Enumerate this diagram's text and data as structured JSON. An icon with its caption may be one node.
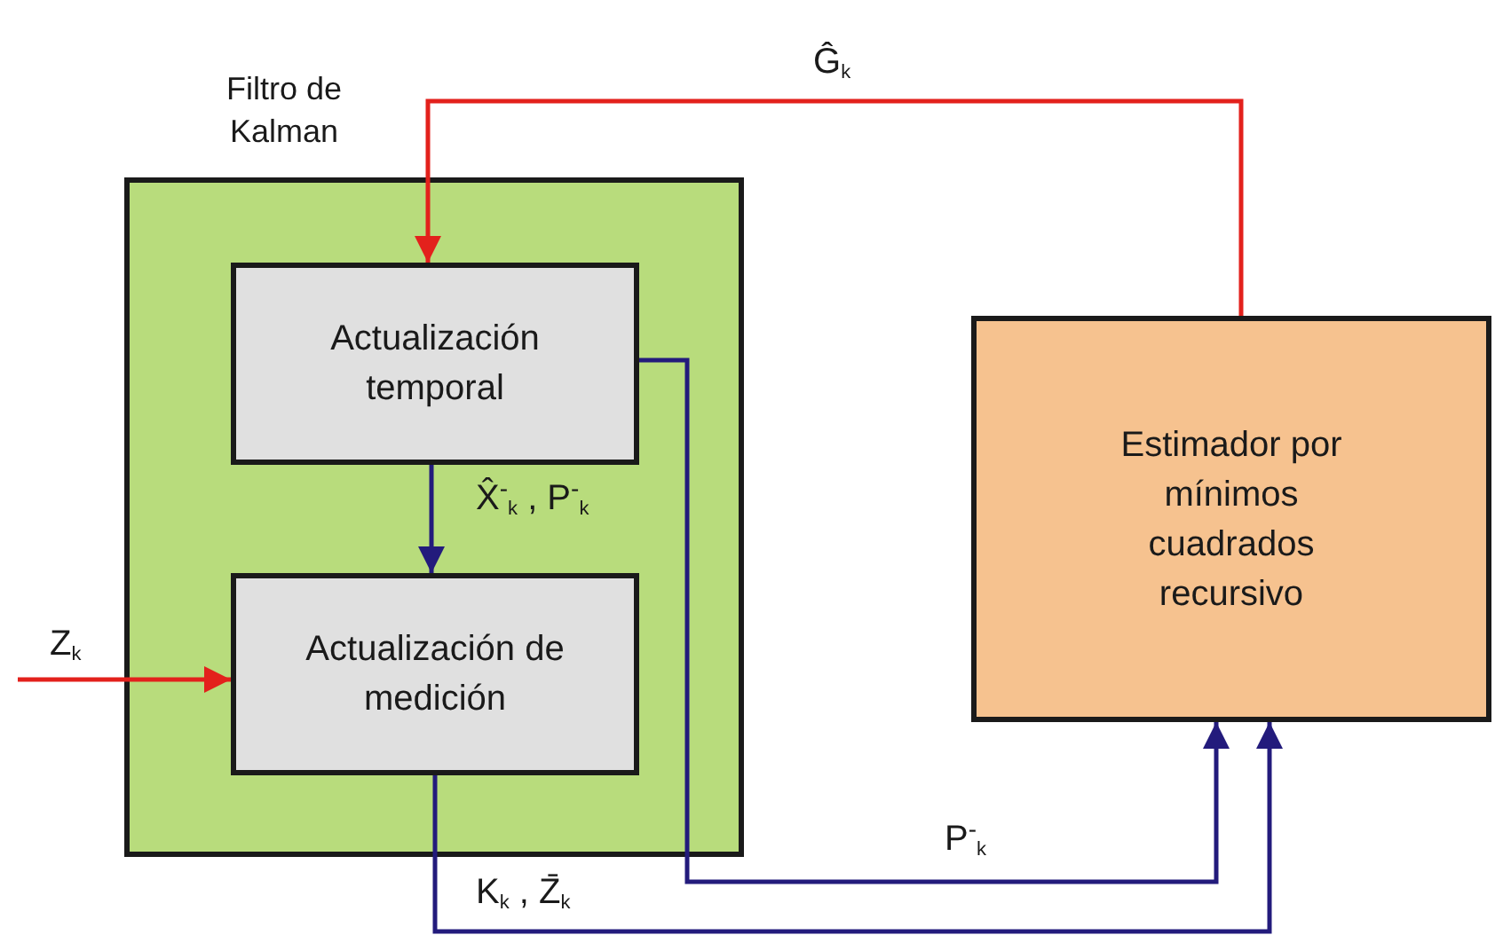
{
  "diagram": {
    "nodes": [
      {
        "text": [
          "Filtro de Kalman"
        ]
      },
      {
        "text": [
          "Actualización temporal"
        ],
        "in": 0
      },
      {
        "text": [
          "Actualización de medición"
        ],
        "in": 0
      },
      {
        "text": [
          "Estimador por mínimos cuadrados recursivo"
        ]
      }
    ],
    "edges": [
      {
        "from": 3,
        "to": 1,
        "arrow": "to",
        "label": "Ĝ$_{k}$",
        "color": "#e3211c"
      },
      {
        "from": 1,
        "to": 2,
        "arrow": "to",
        "label": "X̂$^{-}$$_{k}$ , P$^{-}$$_{k}$"
      },
      {
        "from": null,
        "to": 2,
        "arrow": "to",
        "label": "Z$_{k}$",
        "color": "#e3211c"
      },
      {
        "from": 1,
        "to": 3,
        "arrow": "to",
        "label": "P$^{-}$$_{k}$"
      },
      {
        "from": 2,
        "to": 3,
        "arrow": "to",
        "label": "K$_{k}$ , Z̄$_{k}$"
      }
    ]
  }
}
